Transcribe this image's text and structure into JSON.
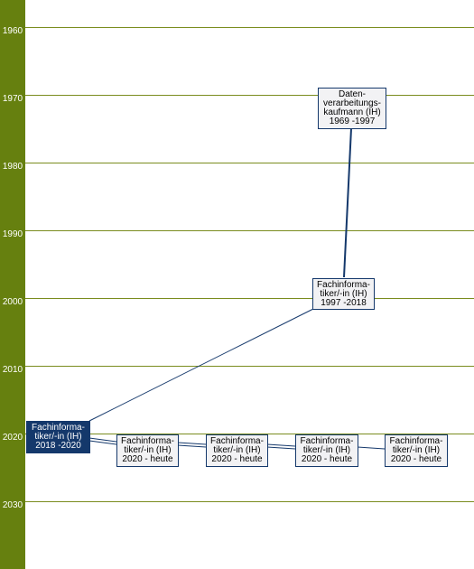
{
  "axis": {
    "years": [
      "1960",
      "1970",
      "1980",
      "1990",
      "2000",
      "2010",
      "2020",
      "2030"
    ]
  },
  "jobs": [
    {
      "id": "dvk",
      "lines": [
        "Daten-",
        "verarbeitungs-",
        "kaufmann (IH)"
      ],
      "period": "1969 -1997"
    },
    {
      "id": "fi1997",
      "lines": [
        "Fachinforma-",
        "tiker/-in (IH)"
      ],
      "period": "1997 -2018"
    },
    {
      "id": "fi2018",
      "lines": [
        "Fachinforma-",
        "tiker/-in (IH)"
      ],
      "period": "2018 -2020",
      "active": true
    },
    {
      "id": "fi2020a",
      "lines": [
        "Fachinforma-",
        "tiker/-in (IH)"
      ],
      "period": "2020 - heute"
    },
    {
      "id": "fi2020b",
      "lines": [
        "Fachinforma-",
        "tiker/-in (IH)"
      ],
      "period": "2020 - heute"
    },
    {
      "id": "fi2020c",
      "lines": [
        "Fachinforma-",
        "tiker/-in (IH)"
      ],
      "period": "2020 - heute"
    },
    {
      "id": "fi2020d",
      "lines": [
        "Fachinforma-",
        "tiker/-in (IH)"
      ],
      "period": "2020 - heute"
    }
  ],
  "colors": {
    "sidebar": "#66800f",
    "grid": "#7a8c1e",
    "box_border": "#14386b",
    "active_box": "#14386b"
  }
}
